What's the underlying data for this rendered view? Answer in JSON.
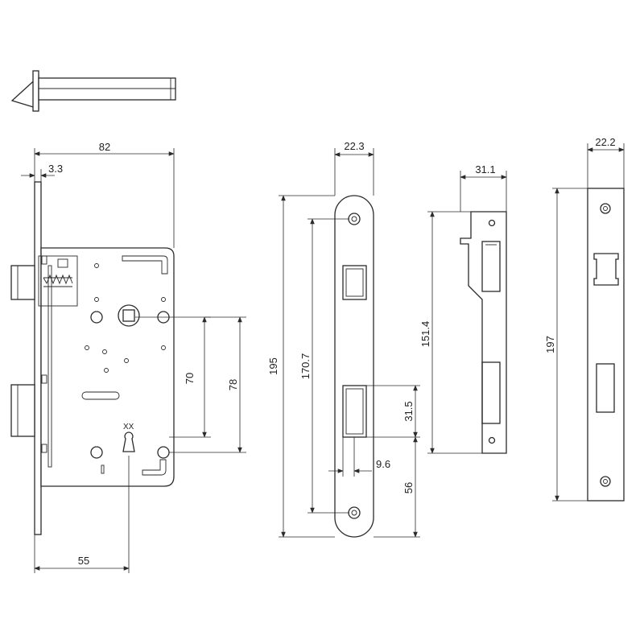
{
  "colors": {
    "line": "#2a2a2a",
    "background": "#ffffff",
    "text": "#222222"
  },
  "dimensions": {
    "body_width": "82",
    "faceplate_thickness": "3.3",
    "backset": "55",
    "center_70": "70",
    "center_78": "78",
    "faceplate_height": "195",
    "faceplate_hole_spacing": "170.7",
    "faceplate_width": "22.3",
    "deadbolt_height": "31.5",
    "deadbolt_width": "9.6",
    "deadbolt_offset": "56",
    "strike_height": "151.4",
    "strike_width": "31.1",
    "strike2_height": "197",
    "strike2_width": "22.2"
  },
  "keyhole_mark": "XX"
}
